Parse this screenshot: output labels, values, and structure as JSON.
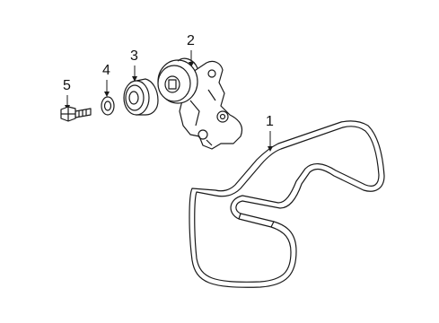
{
  "diagram": {
    "callouts": [
      {
        "id": "belt",
        "label": "1"
      },
      {
        "id": "tensioner",
        "label": "2"
      },
      {
        "id": "idler-pulley",
        "label": "3"
      },
      {
        "id": "washer",
        "label": "4"
      },
      {
        "id": "bolt",
        "label": "5"
      }
    ],
    "colors": {
      "line": "#1a1a1a",
      "background": "#ffffff"
    }
  }
}
